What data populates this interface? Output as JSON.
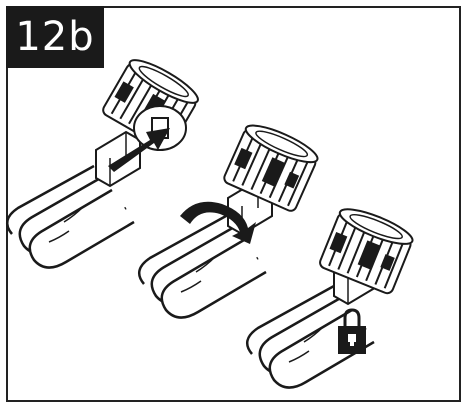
{
  "step_label": "12b",
  "stages": [
    {
      "name": "insert",
      "icon": "push-arrow-icon"
    },
    {
      "name": "rotate",
      "icon": "rotate-arrow-icon"
    },
    {
      "name": "locked",
      "icon": "padlock-icon"
    }
  ],
  "colors": {
    "ink": "#1a1a1a",
    "paper": "#ffffff",
    "shade": "#cfcfcf"
  }
}
